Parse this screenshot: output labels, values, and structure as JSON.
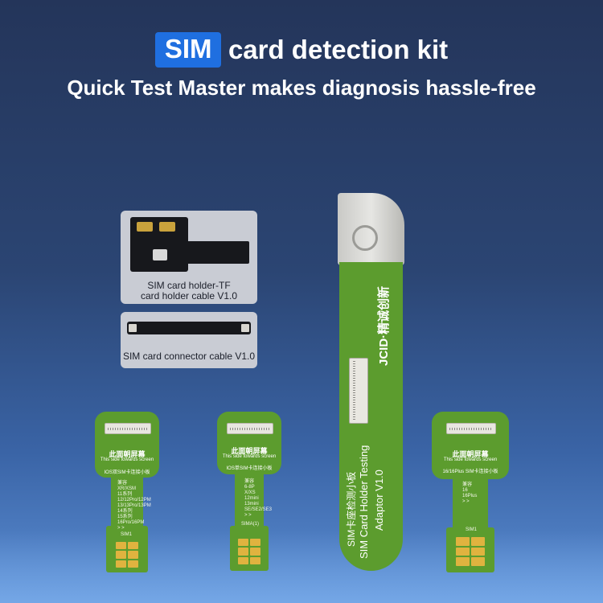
{
  "header": {
    "badge": "SIM",
    "title_rest": "card detection kit",
    "subtitle": "Quick Test Master makes diagnosis hassle-free"
  },
  "cards": {
    "holder_card": {
      "label_line1": "SIM card holder-TF",
      "label_line2": "card holder cable V1.0"
    },
    "connector_card": {
      "label": "SIM card connector cable V1.0"
    }
  },
  "boards": {
    "left": {
      "cn_title": "此面朝屏幕",
      "en_title": "This side towards screen",
      "name": "IOS双SIM卡连接小板",
      "compat_title": "兼容",
      "models": [
        "XR/XSM",
        "11系列",
        "12/12Pro/12PM",
        "13/13Pro/13PM",
        "14系列",
        "15系列",
        "16Pro/16PM",
        "> >"
      ],
      "sim_label": "SIM1"
    },
    "middle": {
      "cn_title": "此面朝屏幕",
      "en_title": "This side towards screen",
      "name": "IOS单SIM卡连接小板",
      "compat_title": "兼容",
      "models": [
        "6-8P",
        "X/XS",
        "12mini",
        "13mini",
        "SE/SE2/SE3",
        "> >"
      ],
      "sim_label": "SIMA(1)"
    },
    "right": {
      "cn_title": "此面朝屏幕",
      "en_title": "This side towards screen",
      "name": "16/16Plus SIM卡连接小板",
      "compat_title": "兼容",
      "models": [
        "16",
        "16Plus",
        "> >"
      ],
      "sim_label": "SIM1"
    },
    "big": {
      "brand": "JCID·精诚创新",
      "line1": "SIM卡座检测小板",
      "line2": "SIM Card Holder Testing",
      "line3": "Adaptor V1.0"
    }
  },
  "colors": {
    "badge": "#1f6fe0",
    "pcb_green": "#5c9c2e",
    "background_top": "#24355a",
    "background_bottom": "#5b8ed4"
  }
}
